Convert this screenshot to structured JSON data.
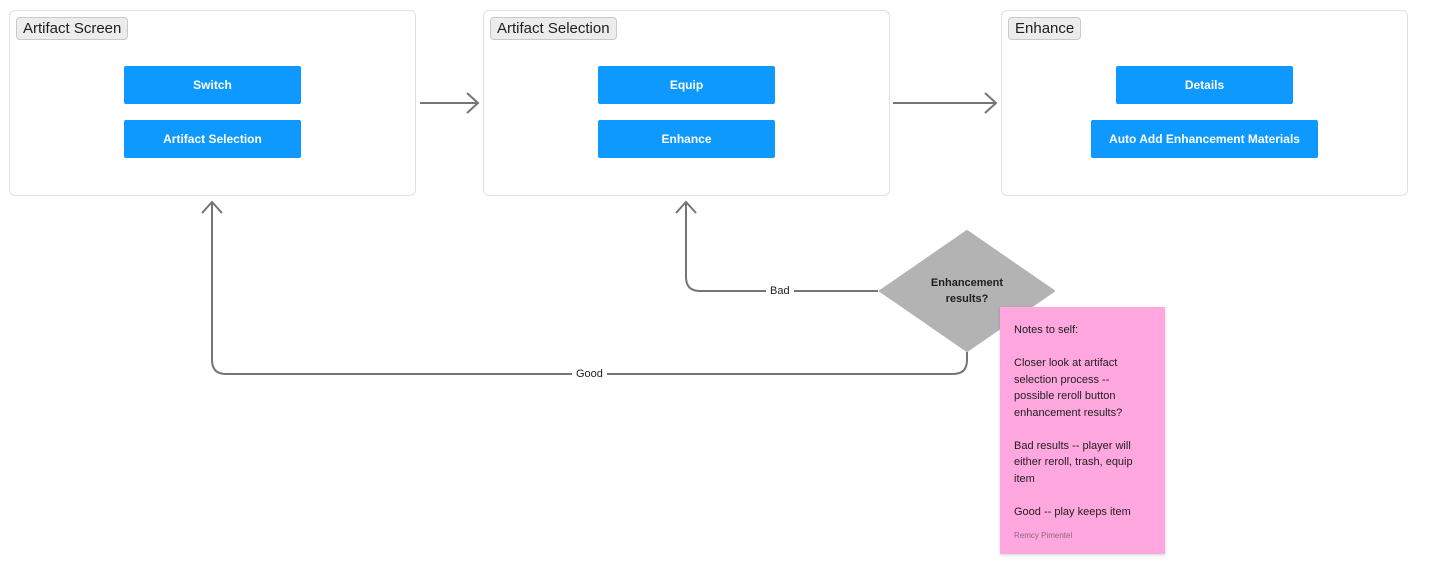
{
  "frames": [
    {
      "title": "Artifact Screen",
      "buttons": [
        "Switch",
        "Artifact Selection"
      ]
    },
    {
      "title": "Artifact Selection",
      "buttons": [
        "Equip",
        "Enhance"
      ]
    },
    {
      "title": "Enhance",
      "buttons": [
        "Details",
        "Auto Add Enhancement Materials"
      ]
    }
  ],
  "decision": {
    "text": "Enhancement results?"
  },
  "edges": {
    "bad": "Bad",
    "good": "Good"
  },
  "sticky": {
    "paragraphs": [
      "Notes to self:",
      "Closer look at artifact selection process -- possible reroll button enhancement results?",
      "Bad results -- player will either reroll, trash, equip item",
      "Good -- play keeps item"
    ],
    "author": "Remcy Pimentel"
  },
  "colors": {
    "button": "#0d99ff",
    "decision": "#b3b3b3",
    "connector": "#757575",
    "sticky": "#ffa7de"
  }
}
